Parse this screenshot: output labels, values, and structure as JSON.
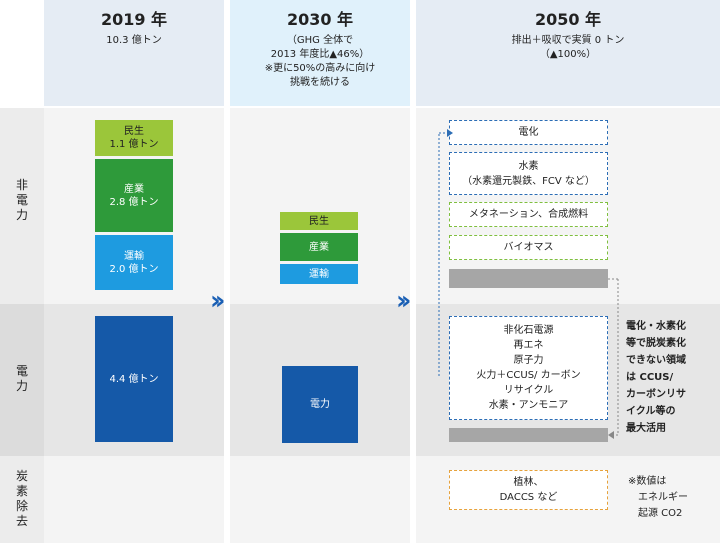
{
  "columns": [
    {
      "year": "2019 年",
      "sub": "10.3 億トン"
    },
    {
      "year": "2030 年",
      "sub": "（GHG 全体で\n2013 年度比▲46%）\n※更に50%の高みに向け\n挑戦を続ける"
    },
    {
      "year": "2050 年",
      "sub": "排出＋吸収で実質 0 トン\n（▲100%）"
    }
  ],
  "rows": {
    "nonpower": "非\n電\n力",
    "power": "電\n力",
    "removal": "炭\n素\n除\n去"
  },
  "bars_2019": {
    "minsei": "民生\n1.1 億トン",
    "sangyo": "産業\n2.8 億トン",
    "unyu": "運輸\n2.0 億トン",
    "denryoku": "4.4 億トン"
  },
  "bars_2030": {
    "minsei": "民生",
    "sangyo": "産業",
    "unyu": "運輸",
    "denryoku": "電力"
  },
  "boxes_2050": {
    "denka": "電化",
    "suiso": "水素\n（水素還元製鉄、FCV など）",
    "methanation": "メタネーション、合成燃料",
    "biomass": "バイオマス",
    "power": "非化石電源\n再エネ\n原子力\n火力＋CCUS/ カーボン\nリサイクル\n水素・アンモニア",
    "removal": "植林、\nDACCS など"
  },
  "side_note": "電化・水素化\n等で脱炭素化\nできない領域\nは CCUS/\nカーボンリサ\nイクル等の\n最大活用",
  "foot_note": "※数値は\n　エネルギー\n　起源 CO2",
  "colors": {
    "minsei": "#9bc63a",
    "sangyo": "#2e9a3a",
    "unyu": "#1e9be0",
    "denryoku": "#1559a8",
    "arrow": "#1a5fb4"
  }
}
